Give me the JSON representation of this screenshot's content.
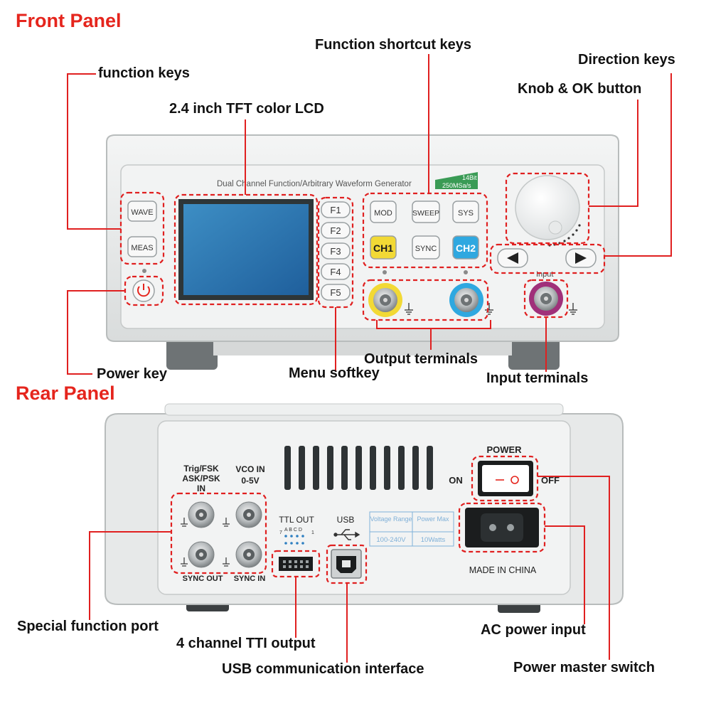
{
  "headings": {
    "front": "Front Panel",
    "rear": "Rear Panel"
  },
  "callouts": {
    "function_keys": "function keys",
    "lcd": "2.4 inch TFT color LCD",
    "function_shortcut_keys": "Function shortcut keys",
    "direction_keys": "Direction keys",
    "knob_ok": "Knob & OK button",
    "power_key": "Power key",
    "output_terminals": "Output terminals",
    "menu_softkey": "Menu softkey",
    "input_terminals": "Input terminals",
    "special_function_port": "Special function port",
    "ttl_output": "4 channel TTI output",
    "usb_interface": "USB communication interface",
    "ac_power_input": "AC power input",
    "power_master_switch": "Power master switch"
  },
  "front_panel": {
    "model_text": "Dual Channel Function/Arbitrary Waveform Generator",
    "badge_line1": "14Bit",
    "badge_line2": "250MSa/s",
    "keys": {
      "wave": "WAVE",
      "meas": "MEAS"
    },
    "softkeys": [
      "F1",
      "F2",
      "F3",
      "F4",
      "F5"
    ],
    "shortcut_keys": {
      "mod": "MOD",
      "sweep": "SWEEP",
      "sys": "SYS",
      "ch1": "CH1",
      "sync": "SYNC",
      "ch2": "CH2"
    },
    "input_label": "Input",
    "colors": {
      "ch1": "#f2d935",
      "ch2": "#2fa8e0",
      "input_ring": "#a0307a",
      "callout_box": "#e02020"
    }
  },
  "rear_panel": {
    "port_labels": {
      "trig": "Trig/FSK",
      "askpsk": "ASK/PSK",
      "in": "IN",
      "vco1": "VCO IN",
      "vco2": "0-5V",
      "sync_out": "SYNC OUT",
      "sync_in": "SYNC IN"
    },
    "ttl_out": "TTL OUT",
    "ttl_pins": "A B C D",
    "ttl_num_left": "7",
    "ttl_num_right": "1",
    "usb": "USB",
    "power_table": {
      "voltage_label": "Voltage Range",
      "power_label": "Power Max",
      "voltage_value": "100-240V",
      "power_value": "10Watts"
    },
    "power": "POWER",
    "on": "ON",
    "off": "OFF",
    "made_in": "MADE IN CHINA"
  }
}
